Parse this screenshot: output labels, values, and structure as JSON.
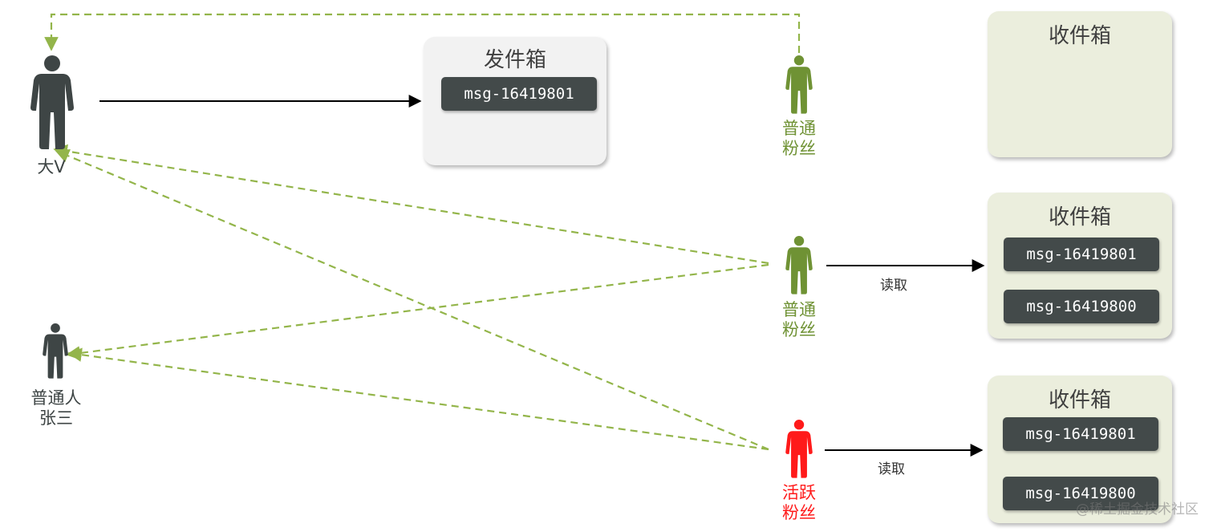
{
  "colors": {
    "influencer": "#3e4545",
    "normal_fan": "#6f9234",
    "active_fan": "#ff1a1a",
    "normal_user": "#3e4545",
    "dashed_link": "#93b54a",
    "solid_arrow": "#000000"
  },
  "people": {
    "influencer": {
      "icon": "person-icon",
      "label": "大V"
    },
    "normal_user": {
      "icon": "person-icon",
      "label_line1": "普通人",
      "label_line2": "张三"
    },
    "fan_top": {
      "icon": "person-icon",
      "label_line1": "普通",
      "label_line2": "粉丝"
    },
    "fan_middle": {
      "icon": "person-icon",
      "label_line1": "普通",
      "label_line2": "粉丝"
    },
    "fan_active": {
      "icon": "person-icon",
      "label_line1": "活跃",
      "label_line2": "粉丝"
    }
  },
  "outbox": {
    "title": "发件箱",
    "messages": [
      "msg-16419801"
    ]
  },
  "inboxes": [
    {
      "title": "收件箱",
      "messages": []
    },
    {
      "title": "收件箱",
      "messages": [
        "msg-16419801",
        "msg-16419800"
      ]
    },
    {
      "title": "收件箱",
      "messages": [
        "msg-16419801",
        "msg-16419800"
      ]
    }
  ],
  "edges": {
    "read_middle": "读取",
    "read_active": "读取"
  },
  "watermark": "@稀土掘金技术社区"
}
